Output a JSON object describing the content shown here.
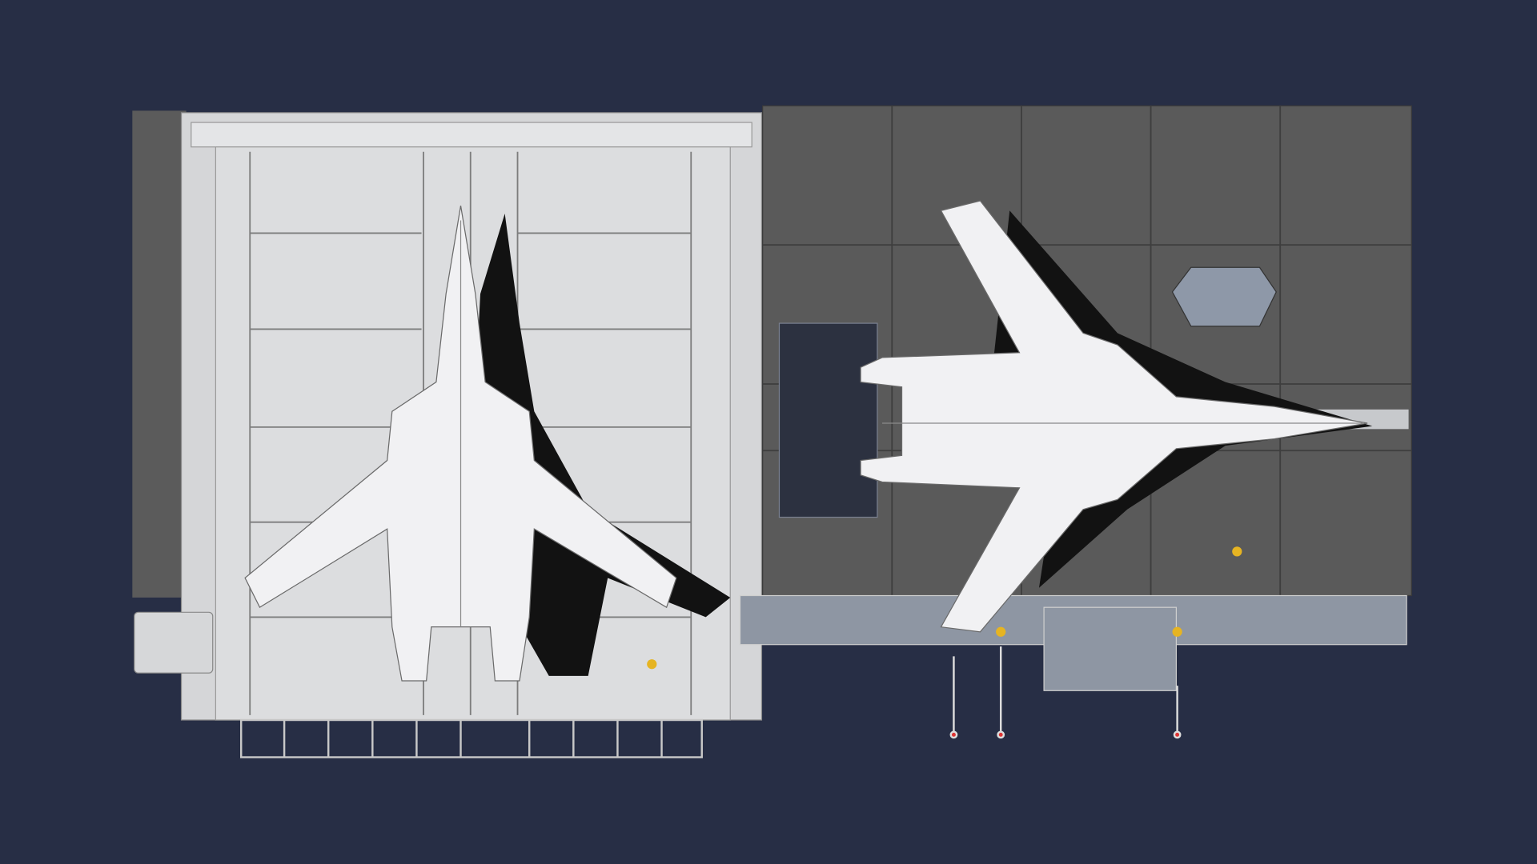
{
  "scene": {
    "background_color": "#272e45",
    "hangar_frame_color": "#d9d9d9",
    "deck_color": "#5a5a5a",
    "aircraft_color": "#f2f2f2",
    "shadow_color": "#111111",
    "crew_color": "#e6b422",
    "aircraft": [
      {
        "id": "aircraft-vertical",
        "heading": "north"
      },
      {
        "id": "aircraft-horizontal",
        "heading": "east"
      }
    ]
  }
}
